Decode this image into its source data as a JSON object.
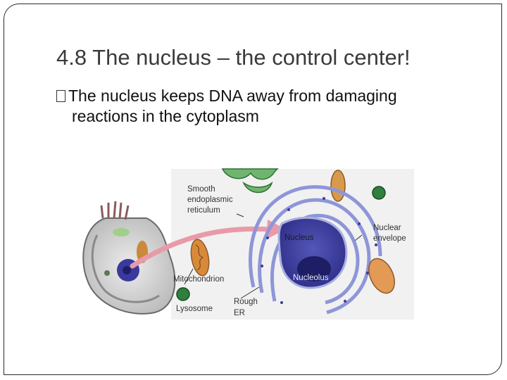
{
  "slide": {
    "title": "4.8 The nucleus – the control center!",
    "bullet_line1": "The nucleus keeps DNA away from damaging",
    "bullet_line2": "reactions in the cytoplasm"
  },
  "diagram": {
    "labels": {
      "smooth_er_1": "Smooth",
      "smooth_er_2": "endoplasmic",
      "smooth_er_3": "reticulum",
      "nucleus": "Nucleus",
      "nuclear_envelope_1": "Nuclear",
      "nuclear_envelope_2": "envelope",
      "nucleolus": "Nucleolus",
      "mitochondrion": "Mitochondrion",
      "lysosome": "Lysosome",
      "rough_er_1": "Rough",
      "rough_er_2": "ER"
    }
  },
  "colors": {
    "nucleus": "#3a3a9e",
    "envelope": "#a8aee0",
    "arrow": "#e89aa8",
    "mitochondrion": "#c98a3c",
    "lysosome": "#2f7f3f",
    "smooth_er": "#4c9a52"
  }
}
